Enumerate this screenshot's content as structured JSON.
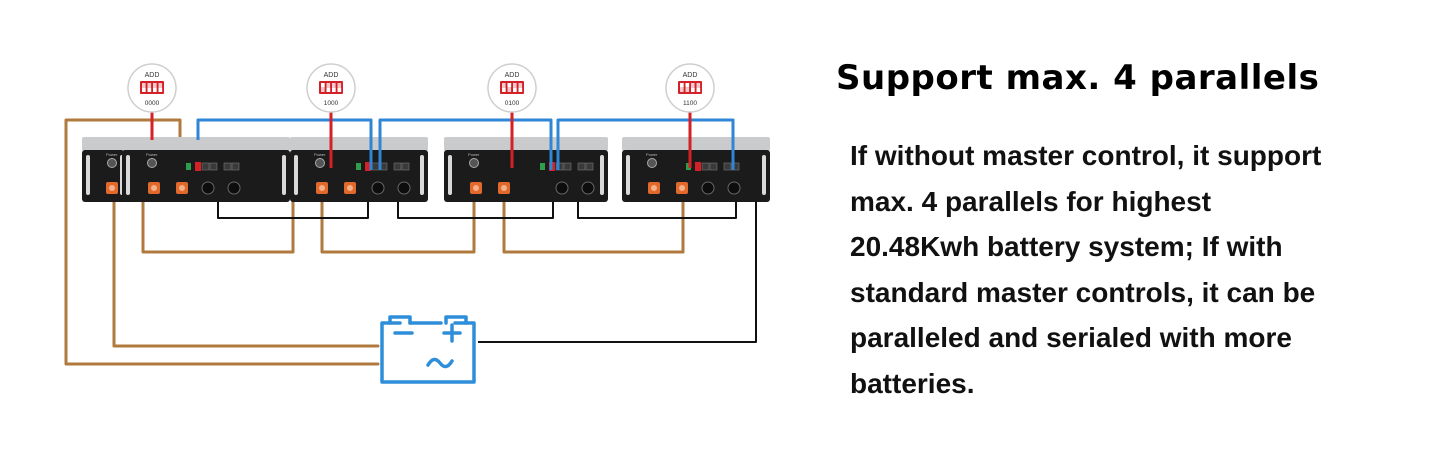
{
  "badges": [
    {
      "label": "ADD",
      "code": "0000",
      "switches": [
        0,
        0,
        0,
        0
      ]
    },
    {
      "label": "ADD",
      "code": "1000",
      "switches": [
        1,
        0,
        0,
        0
      ]
    },
    {
      "label": "ADD",
      "code": "0100",
      "switches": [
        0,
        1,
        0,
        0
      ]
    },
    {
      "label": "ADD",
      "code": "1100",
      "switches": [
        1,
        1,
        0,
        0
      ]
    }
  ],
  "module_panel_label": "Power",
  "colors": {
    "positive_cable": "#b07a3e",
    "negative_cable": "#111111",
    "comm_cable_blue": "#2f86d6",
    "comm_cable_red": "#d42027",
    "inverter": "#2e8ed9",
    "switch_red": "#d42027"
  },
  "icons": [
    "dip-switch-icon",
    "battery-module-icon",
    "inverter-icon"
  ],
  "heading": "Support max. 4 parallels",
  "description_lines": [
    "If without master control, it support",
    "max. 4 parallels for highest",
    "20.48Kwh battery system; If with",
    "standard master controls, it can be",
    "paralleled and serialed with more",
    "batteries."
  ]
}
